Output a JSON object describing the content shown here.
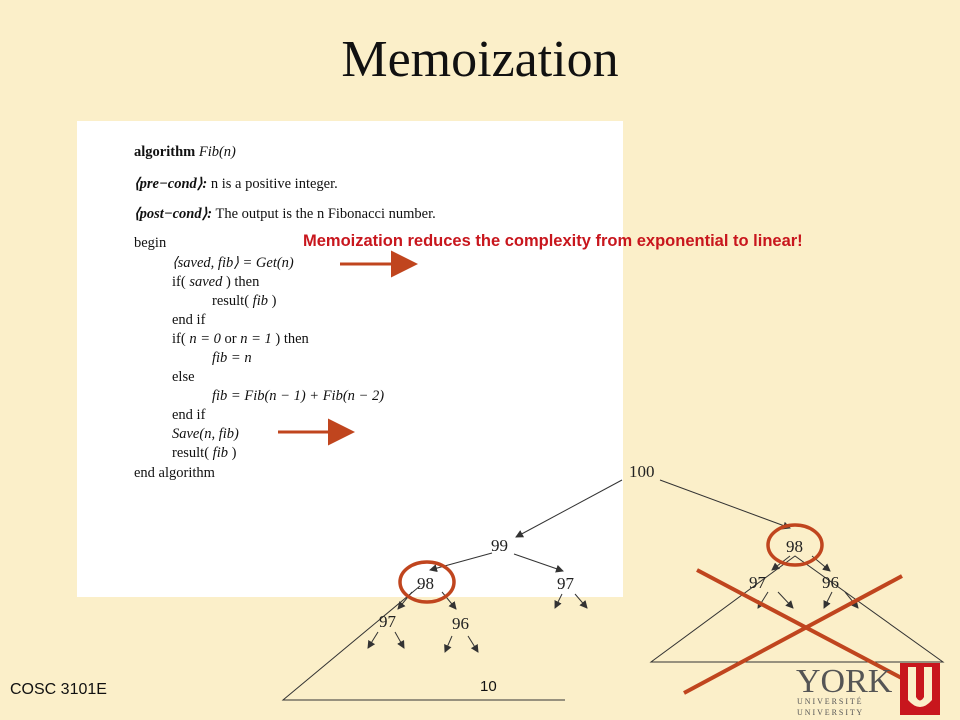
{
  "slide": {
    "title": "Memoization",
    "footer_left": "COSC 3101E",
    "page_number": "10",
    "note": "Memoization reduces the complexity from exponential to linear!"
  },
  "algorithm": {
    "l1_kw": "algorithm",
    "l1_name": "Fib(n)",
    "l2_kw": "⟨pre−cond⟩:",
    "l2_text": " n is a positive integer.",
    "l3_kw": "⟨post−cond⟩:",
    "l3_text": " The output is the n Fibonacci number.",
    "l4": "begin",
    "l5": "⟨saved, fib⟩ = Get(n)",
    "l6a": "if( ",
    "l6b": "saved",
    "l6c": " ) then",
    "l7a": "result( ",
    "l7b": "fib",
    "l7c": " )",
    "l8": "end if",
    "l9a": "if( ",
    "l9b": "n = 0",
    "l9c": " or ",
    "l9d": "n = 1",
    "l9e": " ) then",
    "l10": "fib = n",
    "l11": "else",
    "l12": "fib = Fib(n − 1) + Fib(n − 2)",
    "l13": "end if",
    "l14": "Save(n, fib)",
    "l15a": "result( ",
    "l15b": "fib",
    "l15c": " )",
    "l16": "end algorithm"
  },
  "tree": {
    "n100": "100",
    "n99": "99",
    "n98_left": "98",
    "n97_mid": "97",
    "n97_low": "97",
    "n96_low": "96",
    "n98_right": "98",
    "n97_right": "97",
    "n96_right": "96"
  },
  "logo": {
    "name": "YORK",
    "line1": "U N I V E R S I T É",
    "line2": "U N I V E R S I T Y"
  },
  "colors": {
    "background": "#fbefc9",
    "accent_red": "#c8161d",
    "arrow": "#c0451e"
  }
}
